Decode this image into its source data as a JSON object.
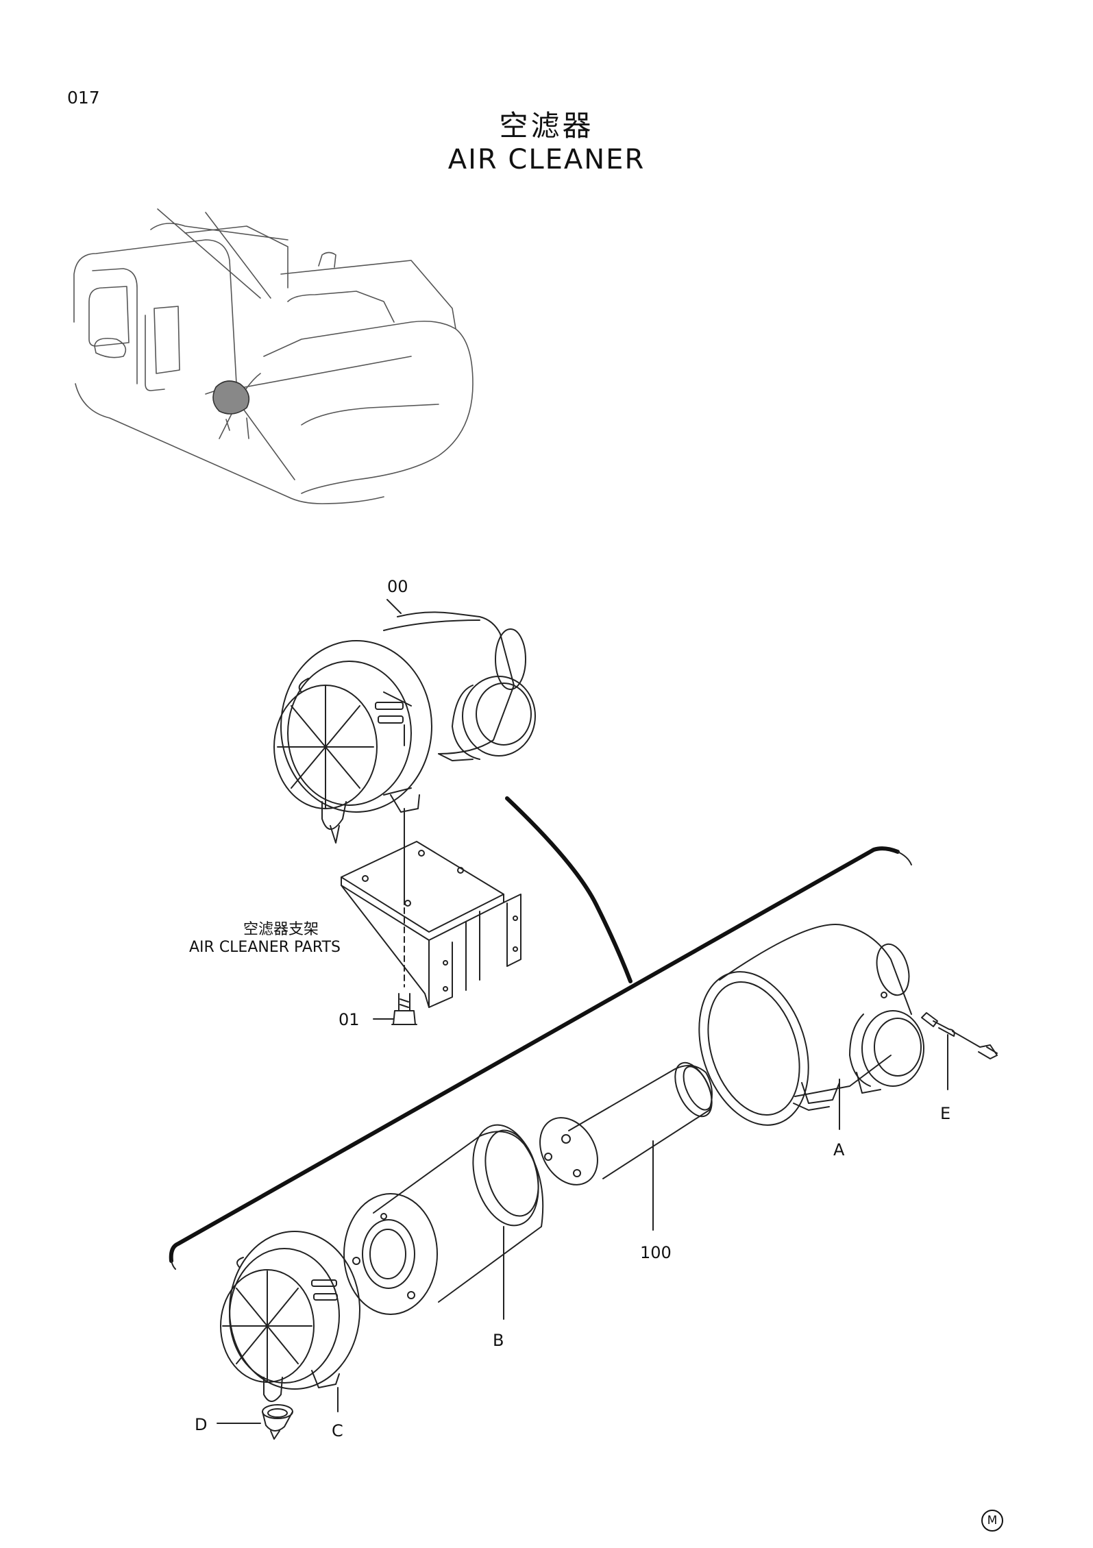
{
  "page": {
    "number": "017"
  },
  "title": {
    "cn": "空滤器",
    "en": "AIR  CLEANER"
  },
  "bracket_label": {
    "cn": "空滤器支架",
    "en": "AIR CLEANER PARTS"
  },
  "callouts": {
    "assembly": "00",
    "bolt": "01",
    "a": "A",
    "e": "E",
    "element": "100",
    "b": "B",
    "c": "C",
    "d": "D"
  },
  "mark": "M"
}
